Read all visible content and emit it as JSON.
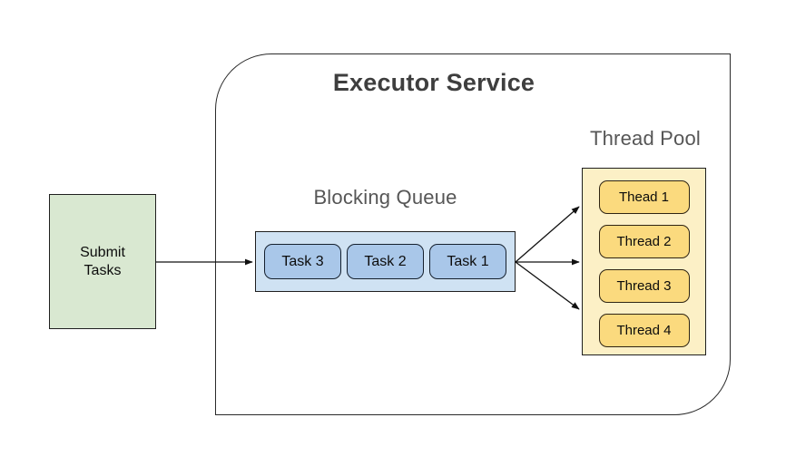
{
  "colors": {
    "green_fill": "#d9e8d1",
    "queue_fill": "#cfe2f3",
    "task_fill": "#a9c7e9",
    "task_border": "#15202e",
    "pool_fill": "#fcf0c6",
    "thread_fill": "#fbda7e",
    "thread_border": "#2e2413",
    "border_dark": "#1f1f1f",
    "outline": "#2a2a2a",
    "title_color": "#3e3e3e",
    "label_color": "#565656",
    "arrow_color": "#111111"
  },
  "diagram": {
    "title": "Executor Service",
    "submit_box": {
      "lines": [
        "Submit",
        "Tasks"
      ]
    },
    "queue": {
      "label": "Blocking Queue",
      "tasks": [
        "Task 3",
        "Task 2",
        "Task 1"
      ]
    },
    "thread_pool": {
      "label": "Thread Pool",
      "threads": [
        "Thead 1",
        "Thread 2",
        "Thread 3",
        "Thread 4"
      ]
    }
  }
}
